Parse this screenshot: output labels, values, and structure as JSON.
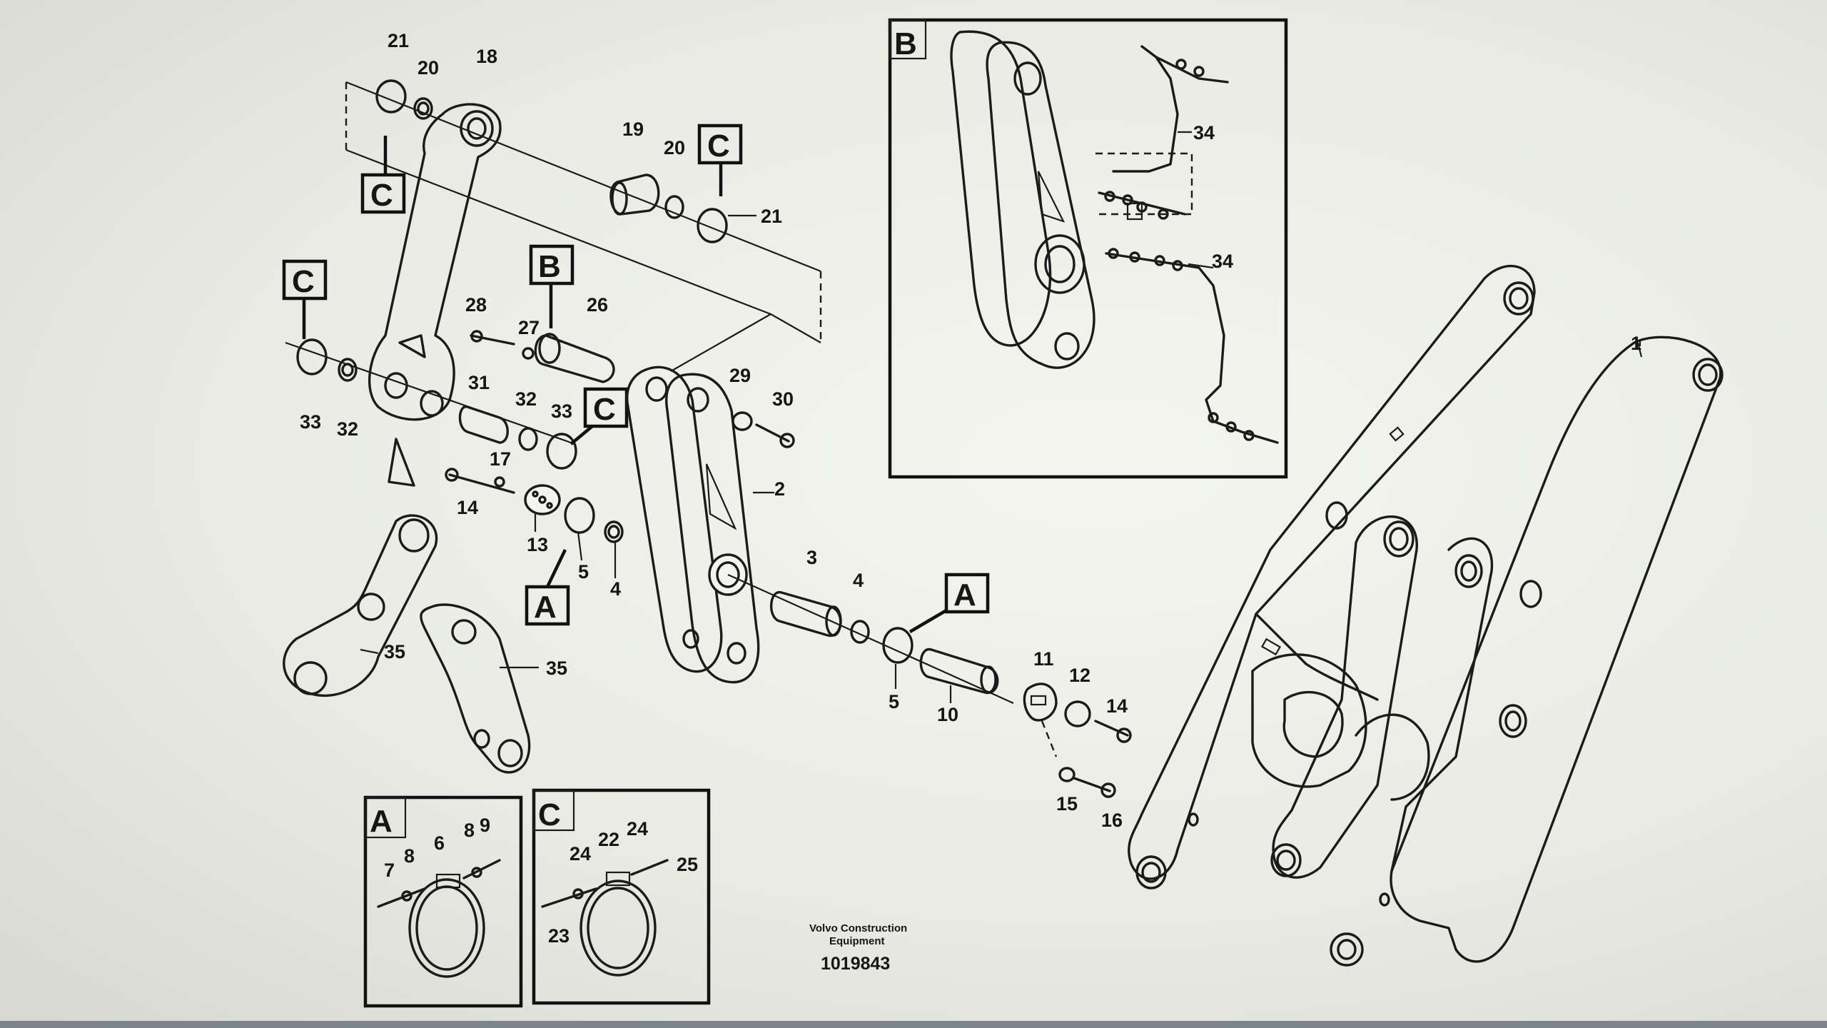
{
  "diagram": {
    "publisher_line1": "Volvo Construction",
    "publisher_line2": "Equipment",
    "reference_number": "1019843",
    "detail_letters": {
      "a": "A",
      "b": "B",
      "c": "C"
    },
    "callouts": {
      "n1": "1",
      "n2": "2",
      "n3": "3",
      "n4": "4",
      "n5": "5",
      "n6": "6",
      "n7": "7",
      "n8": "8",
      "n9": "9",
      "n10": "10",
      "n11": "11",
      "n12": "12",
      "n13": "13",
      "n14": "14",
      "n15": "15",
      "n16": "16",
      "n17": "17",
      "n18": "18",
      "n19": "19",
      "n20": "20",
      "n21": "21",
      "n22": "22",
      "n23": "23",
      "n24": "24",
      "n25": "25",
      "n26": "26",
      "n27": "27",
      "n28": "28",
      "n29": "29",
      "n30": "30",
      "n31": "31",
      "n32": "32",
      "n33": "33",
      "n34": "34",
      "n35": "35"
    }
  },
  "colors": {
    "ink": "#1b1b1b",
    "paper": "#f1f2ec"
  }
}
